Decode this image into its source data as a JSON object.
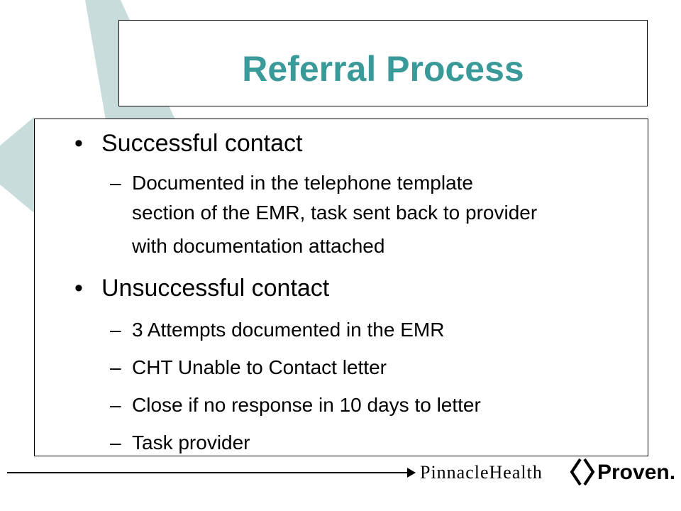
{
  "title": "Referral Process",
  "content": {
    "bullet1": "Successful contact",
    "bullet1_subs": [
      "Documented in the telephone template",
      "section of the EMR, task sent back to provider",
      "with documentation attached"
    ],
    "bullet2": "Unsuccessful contact",
    "bullet2_subs": [
      "3 Attempts documented in the EMR",
      "CHT Unable to Contact letter",
      "Close if no response in 10 days to letter",
      "Task provider"
    ],
    "bullet_symbol": "•",
    "dash_symbol": "–"
  },
  "footer": {
    "logo_text": "PinnacleHealth",
    "logo_tagline": "Proven."
  },
  "colors": {
    "title": "#3a9a9a",
    "bg_shape": "#c8dcdc"
  }
}
